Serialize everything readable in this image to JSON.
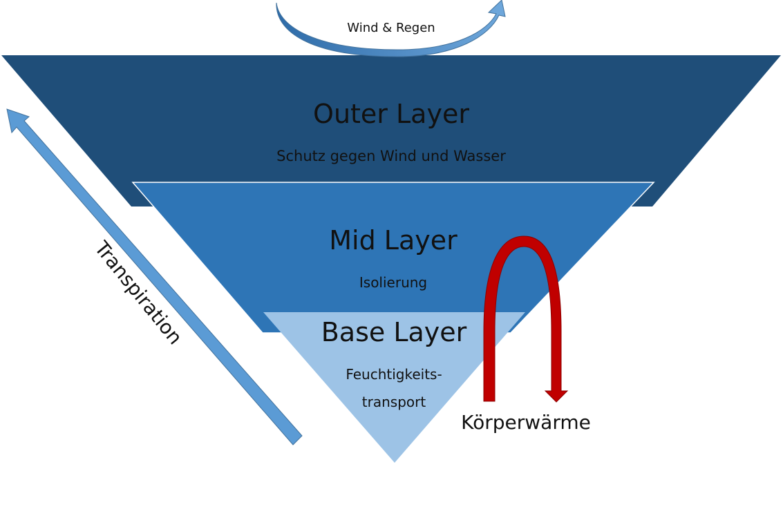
{
  "layers": [
    {
      "title": "Outer Layer",
      "subtitle": "Schutz gegen Wind und Wasser",
      "color": "#1F4E79"
    },
    {
      "title": "Mid Layer",
      "subtitle": "Isolierung",
      "color": "#2E75B6"
    },
    {
      "title": "Base Layer",
      "subtitle_lines": [
        "Feuchtigkeits-",
        "transport"
      ],
      "color": "#9DC3E6"
    }
  ],
  "arrows": {
    "weather": {
      "label": "Wind & Regen",
      "color": "#5B9BD5"
    },
    "transpiration": {
      "label": "Transpiration",
      "color": "#5B9BD5"
    },
    "heat": {
      "label": "Körperwärme",
      "color": "#C00000"
    }
  }
}
